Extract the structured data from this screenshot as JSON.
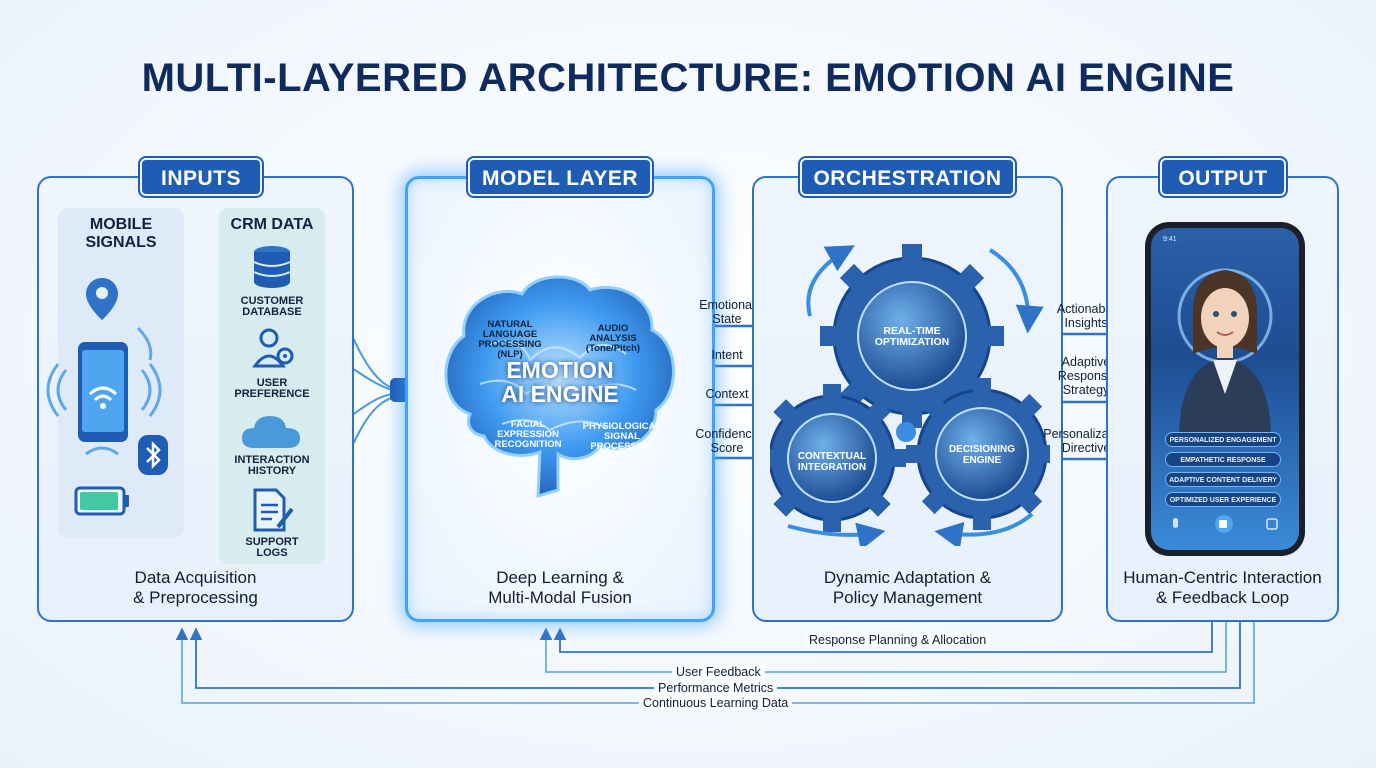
{
  "title": "MULTI-LAYERED ARCHITECTURE: EMOTION AI ENGINE",
  "panels": {
    "inputs": {
      "label": "INPUTS",
      "caption_line1": "Data Acquisition",
      "caption_line2": "& Preprocessing",
      "mobile_title_1": "MOBILE",
      "mobile_title_2": "SIGNALS",
      "crm_title": "CRM DATA",
      "crm_items": [
        {
          "l1": "CUSTOMER",
          "l2": "DATABASE",
          "icon": "database-icon"
        },
        {
          "l1": "USER",
          "l2": "PREFERENCE",
          "icon": "user-gear-icon"
        },
        {
          "l1": "INTERACTION",
          "l2": "HISTORY",
          "icon": "cloud-icon"
        },
        {
          "l1": "SUPPORT",
          "l2": "LOGS",
          "icon": "document-icon"
        }
      ]
    },
    "model": {
      "label": "MODEL LAYER",
      "caption_line1": "Deep Learning &",
      "caption_line2": "Multi-Modal Fusion",
      "engine_1": "EMOTION",
      "engine_2": "AI ENGINE",
      "nlp_1": "NATURAL",
      "nlp_2": "LANGUAGE",
      "nlp_3": "PROCESSING",
      "nlp_4": "(NLP)",
      "audio_1": "AUDIO",
      "audio_2": "ANALYSIS",
      "audio_3": "(Tone/Pitch)",
      "face_1": "FACIAL",
      "face_2": "EXPRESSION",
      "face_3": "RECOGNITION",
      "physio_1": "PHYSIOLOGICAL",
      "physio_2": "SIGNAL",
      "physio_3": "PROCESSING"
    },
    "orchestration": {
      "label": "ORCHESTRATION",
      "caption_line1": "Dynamic Adaptation &",
      "caption_line2": "Policy Management",
      "gear_top_1": "REAL-TIME",
      "gear_top_2": "OPTIMIZATION",
      "gear_left_1": "CONTEXTUAL",
      "gear_left_2": "INTEGRATION",
      "gear_right_1": "DECISIONING",
      "gear_right_2": "ENGINE"
    },
    "output": {
      "label": "OUTPUT",
      "caption_line1": "Human-Centric Interaction",
      "caption_line2": "& Feedback Loop",
      "phone_status": "9:41",
      "pills": [
        "PERSONALIZED ENGAGEMENT",
        "EMPATHETIC RESPONSE",
        "ADAPTIVE CONTENT DELIVERY",
        "OPTIMIZED USER EXPERIENCE"
      ]
    }
  },
  "model_to_orch_flows": [
    {
      "l1": "Emotional",
      "l2": "State"
    },
    {
      "l1": "Intent",
      "l2": ""
    },
    {
      "l1": "Context",
      "l2": ""
    },
    {
      "l1": "Confidence",
      "l2": "Score"
    }
  ],
  "orch_to_output_flows": [
    {
      "l1": "Actionable",
      "l2": "Insights",
      "l3": ""
    },
    {
      "l1": "Adaptive",
      "l2": "Response",
      "l3": "Strategy"
    },
    {
      "l1": "Personalization",
      "l2": "Directive",
      "l3": ""
    }
  ],
  "feedback": {
    "response_planning": "Response Planning & Allocation",
    "user_feedback": "User Feedback",
    "performance_metrics": "Performance Metrics",
    "continuous_learning": "Continuous Learning Data"
  },
  "colors": {
    "navy": "#0f2a5c",
    "panel_border": "#2f73c8",
    "title_badge": "#1f5cb3",
    "glow": "#3fa2ff"
  }
}
